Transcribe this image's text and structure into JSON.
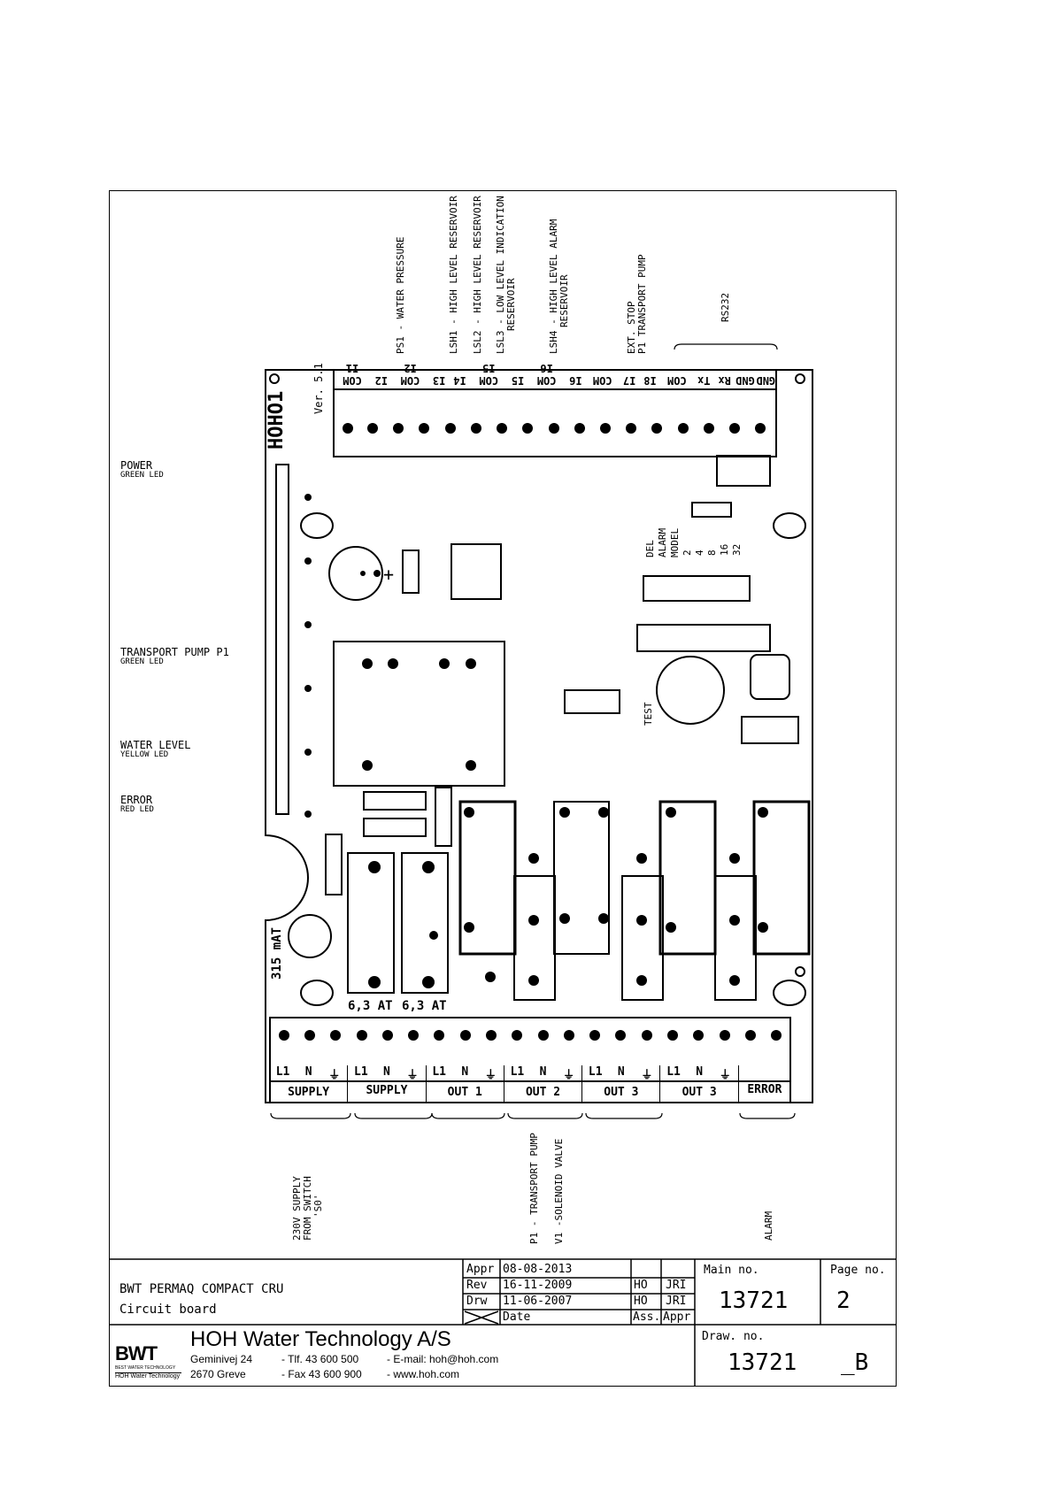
{
  "board": {
    "name": "HOHO1",
    "version": "Ver. 5.1",
    "fuse_rating": "315 mAT",
    "fuse_f2": "6,3 AT",
    "fuse_f3": "6,3 AT",
    "test_label": "TEST",
    "jumper_title": [
      "DEL",
      "ALARM",
      "MODEL"
    ],
    "jumper_values": [
      "2",
      "4",
      "8",
      "16",
      "32"
    ]
  },
  "top_terminals": [
    "COM I1",
    "I2",
    "COM I2",
    "I3",
    "I4",
    "COM I5",
    "I5",
    "COM I6",
    "I6",
    "COM",
    "I7",
    "I8",
    "COM",
    "Tx",
    "Rx",
    "GND",
    "GND"
  ],
  "top_labels": [
    {
      "text": "PS1 - WATER PRESSURE"
    },
    {
      "text": "LSH1 - HIGH LEVEL RESERVOIR"
    },
    {
      "text": "LSL2 - HIGH LEVEL RESERVOIR"
    },
    {
      "text": "LSL3 - LOW LEVEL INDICATION",
      "sub": "RESERVOIR"
    },
    {
      "text": "LSH4 - HIGH LEVEL ALARM",
      "sub": "RESERVOIR"
    },
    {
      "text": "EXT. STOP",
      "sub": "P1 TRANSPORT PUMP"
    },
    {
      "text": "RS232"
    }
  ],
  "leds": [
    {
      "title": "POWER",
      "sub": "GREEN LED"
    },
    {
      "title": "TRANSPORT PUMP P1",
      "sub": "GREEN LED"
    },
    {
      "title": "WATER LEVEL",
      "sub": "YELLOW LED"
    },
    {
      "title": "ERROR",
      "sub": "RED LED"
    }
  ],
  "bottom_groups": [
    {
      "label": "SUPPLY",
      "pins": [
        "L1",
        "N",
        "⏚"
      ]
    },
    {
      "label": "SUPPLY",
      "pins": [
        "L1",
        "N",
        "⏚"
      ]
    },
    {
      "label": "OUT 1",
      "pins": [
        "L1",
        "N",
        "⏚"
      ]
    },
    {
      "label": "OUT 2",
      "pins": [
        "L1",
        "N",
        "⏚"
      ]
    },
    {
      "label": "OUT 3",
      "pins": [
        "L1",
        "N",
        "⏚"
      ]
    },
    {
      "label": "OUT 3",
      "pins": [
        "L1",
        "N",
        "⏚"
      ]
    },
    {
      "label": "ERROR",
      "pins": [
        "",
        ""
      ]
    }
  ],
  "bottom_labels": [
    {
      "lines": [
        "230V SUPPLY",
        "FROM SWITCH",
        "'S0'"
      ]
    },
    {
      "lines": [
        "P1 - TRANSPORT PUMP"
      ]
    },
    {
      "lines": [
        "V1 -SOLENOID VALVE"
      ]
    },
    {
      "lines": [
        "ALARM"
      ]
    }
  ],
  "title_block": {
    "product": "BWT PERMAQ COMPACT CRU",
    "drawing": "Circuit board",
    "rows": [
      {
        "label": "Appr",
        "date": "08-08-2013",
        "by": "",
        "by2": ""
      },
      {
        "label": "Rev",
        "date": "16-11-2009",
        "by": "HO",
        "by2": "JRI"
      },
      {
        "label": "Drw",
        "date": "11-06-2007",
        "by": "HO",
        "by2": "JRI"
      }
    ],
    "footer_date": "Date",
    "footer_ass": "Ass.",
    "footer_appr": "Appr",
    "main_no_label": "Main no.",
    "main_no": "13721",
    "page_no_label": "Page no.",
    "page_no": "2",
    "draw_no_label": "Draw. no.",
    "draw_no": "13721",
    "draw_rev": "_B",
    "company": "HOH Water Technology A/S",
    "address1": "Geminivej 24",
    "address2": "2670 Greve",
    "phone": "- Tlf. 43 600 500",
    "fax": "- Fax 43 600 900",
    "email": "- E-mail: hoh@hoh.com",
    "web": "- www.hoh.com",
    "logo_text": "BWT",
    "logo_sub1": "BEST WATER TECHNOLOGY",
    "logo_sub2": "HOH Water Technology"
  }
}
